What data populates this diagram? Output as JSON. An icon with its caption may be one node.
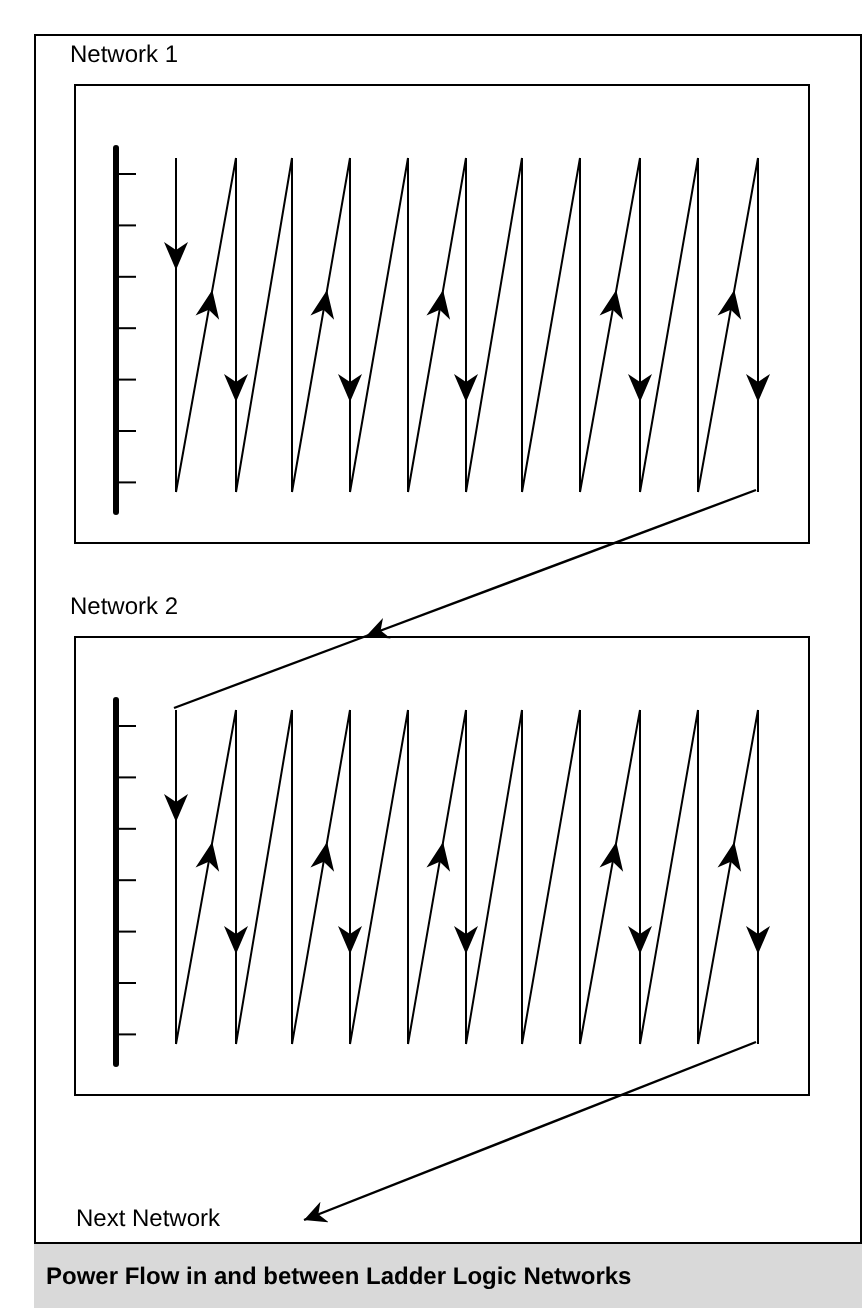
{
  "diagram": {
    "caption": "Power Flow in and between Ladder Logic Networks",
    "nodes": [
      {
        "text": [
          "Network 1"
        ]
      },
      {
        "text": [
          "Network 2"
        ]
      },
      {
        "text": [
          "Next Network"
        ]
      }
    ],
    "edges": [
      {
        "from": 0,
        "to": 1,
        "arrow": "to"
      },
      {
        "from": 1,
        "to": 2,
        "arrow": "to"
      }
    ]
  }
}
